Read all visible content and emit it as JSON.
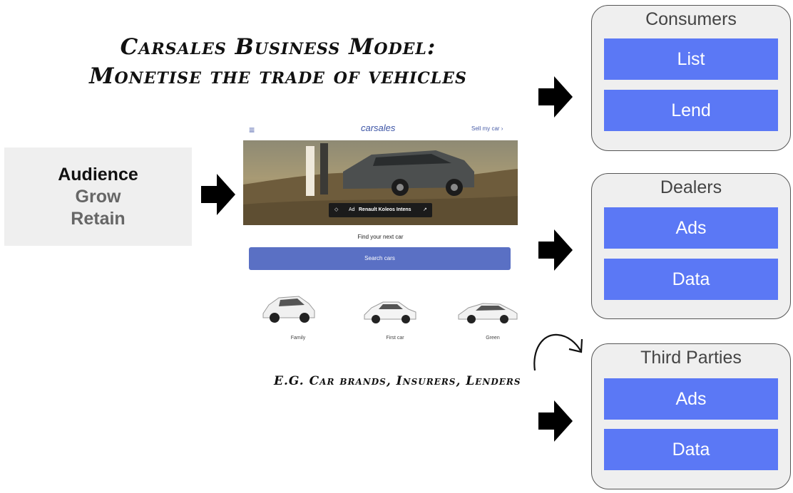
{
  "title": {
    "line1": "Carsales Business Model:",
    "line2": "Monetise the trade of vehicles"
  },
  "audience": {
    "heading": "Audience",
    "items": [
      "Grow",
      "Retain"
    ]
  },
  "website": {
    "menu_icon": "hamburger-icon",
    "logo": "carsales",
    "sell_link": "Sell my car ›",
    "ad_tag": "Ad",
    "ad_name": "Renault Koleos Intens",
    "find_text": "Find your next car",
    "search_button": "Search cars",
    "categories": [
      "Family",
      "First car",
      "Green"
    ]
  },
  "example_note": "E.G. Car brands, Insurers, Lenders",
  "groups": [
    {
      "title": "Consumers",
      "items": [
        "List",
        "Lend"
      ]
    },
    {
      "title": "Dealers",
      "items": [
        "Ads",
        "Data"
      ]
    },
    {
      "title": "Third Parties",
      "items": [
        "Ads",
        "Data"
      ]
    }
  ],
  "colors": {
    "item_fill": "#5b78f5",
    "group_fill": "#efefef",
    "audience_fill": "#efefef",
    "search_button": "#5a70c4"
  }
}
